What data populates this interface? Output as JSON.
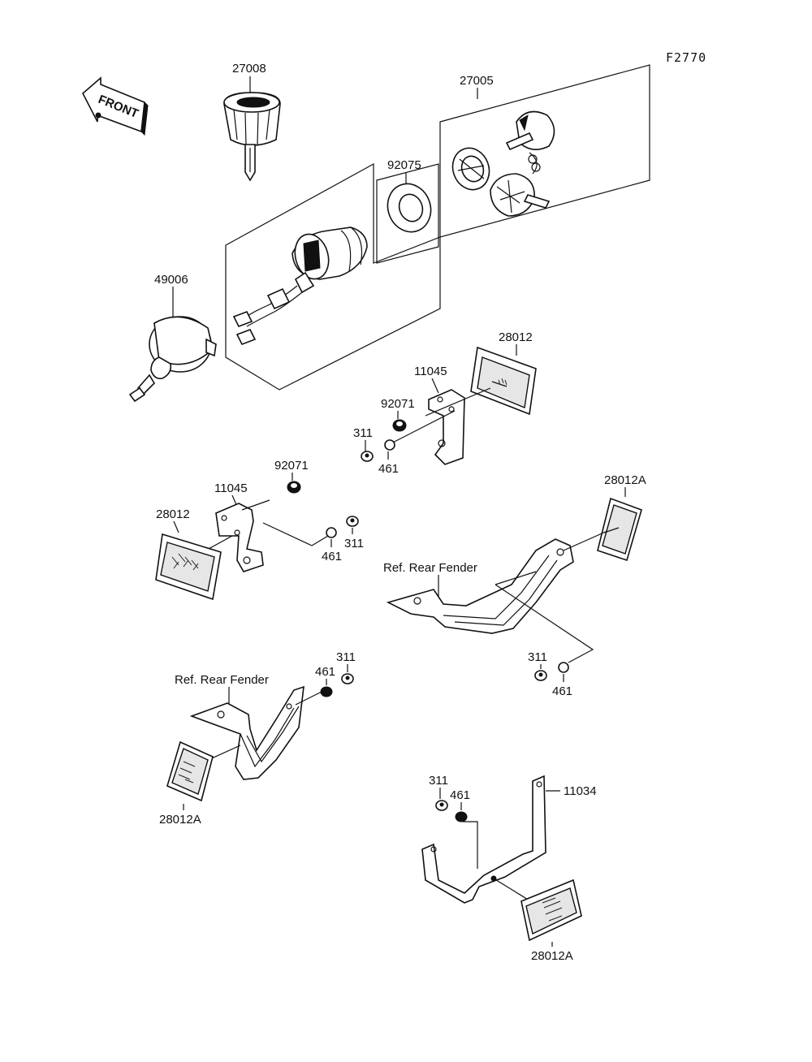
{
  "figure_code": "F2770",
  "front_marker": "FRONT",
  "labels": {
    "p27008": "27008",
    "p27005": "27005",
    "p92075": "92075",
    "p49006": "49006",
    "p28012_top": "28012",
    "p11045_top": "11045",
    "p92071_top": "92071",
    "p311_top": "311",
    "p461_top": "461",
    "p92071_mid": "92071",
    "p11045_mid": "11045",
    "p28012_mid": "28012",
    "p461_mid": "461",
    "p311_mid": "311",
    "p28012A_right": "28012A",
    "ref_rear_fender_right": "Ref. Rear Fender",
    "p311_right": "311",
    "p461_right": "461",
    "p311_left": "311",
    "p461_left": "461",
    "ref_rear_fender_left": "Ref. Rear Fender",
    "p28012A_left": "28012A",
    "p311_bottom": "311",
    "p461_bottom": "461",
    "p11034": "11034",
    "p28012A_bottom": "28012A"
  },
  "colors": {
    "ink": "#111111",
    "paper": "#ffffff"
  }
}
